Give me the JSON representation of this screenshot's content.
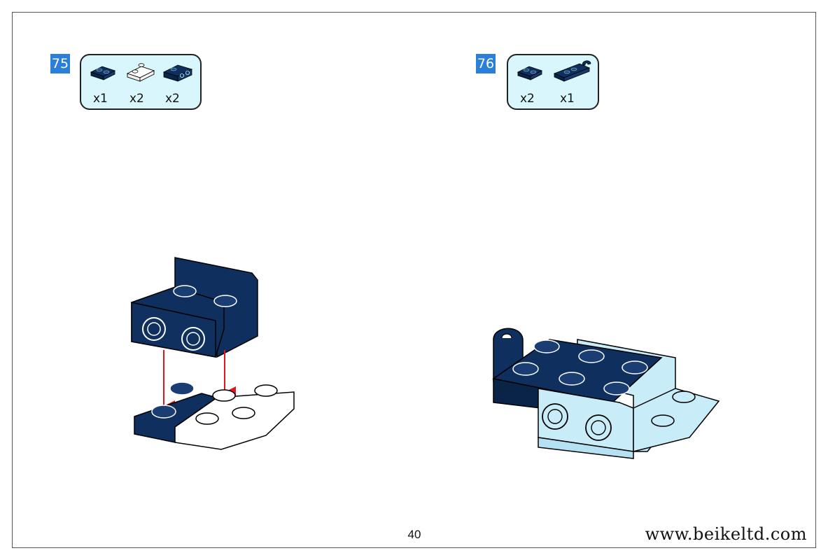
{
  "page": {
    "number": "40",
    "website": "www.beikeltd.com"
  },
  "steps": [
    {
      "number": "75",
      "parts": [
        {
          "icon": "navy-plate-1x2-icon",
          "qty": "x1"
        },
        {
          "icon": "white-inverted-slope-icon",
          "qty": "x2"
        },
        {
          "icon": "navy-bracket-plate-icon",
          "qty": "x2"
        }
      ]
    },
    {
      "number": "76",
      "parts": [
        {
          "icon": "navy-plate-1x2-icon",
          "qty": "x2"
        },
        {
          "icon": "navy-clip-plate-icon",
          "qty": "x1"
        }
      ]
    }
  ],
  "colors": {
    "navy": "#0f2f5e",
    "light_blue": "#c8ecf8",
    "arrow_red": "#e3141b",
    "step_blue": "#2a7fd9",
    "box_bg": "#d8f6fb"
  }
}
